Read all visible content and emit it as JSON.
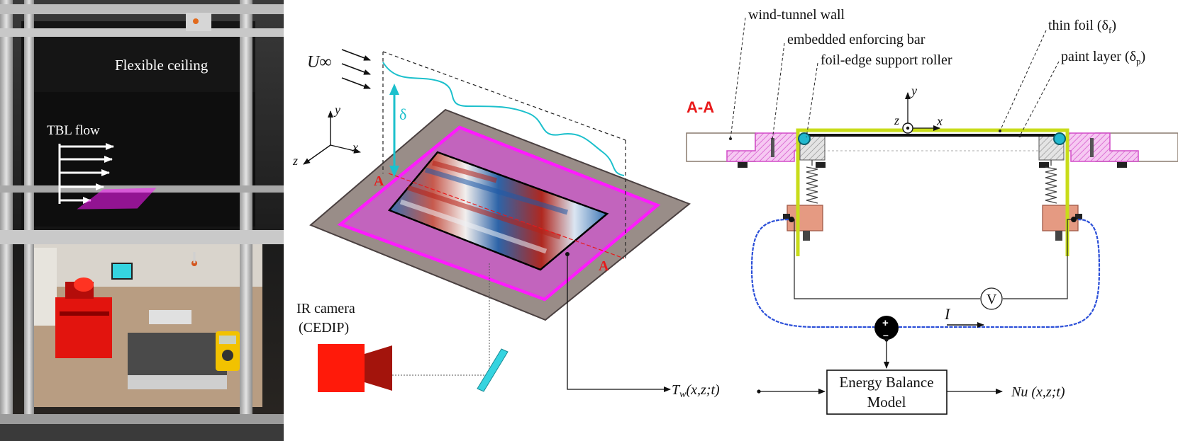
{
  "photo": {
    "ceiling_label": "Flexible ceiling",
    "tbl_label": "TBL flow"
  },
  "schematic": {
    "freestream_label": "U∞",
    "delta_label": "δ",
    "axis_x": "x",
    "axis_y": "y",
    "axis_z": "z",
    "section_marker_left": "A",
    "section_marker_right": "A",
    "ir_camera_line1": "IR camera",
    "ir_camera_line2": "(CEDIP)"
  },
  "cross_section": {
    "title": "A-A",
    "wall_label": "wind-tunnel wall",
    "bar_label": "embedded enforcing bar",
    "roller_label": "foil-edge support roller",
    "foil_label": "thin foil (δ",
    "foil_sub": "f",
    "paint_label": "paint layer (δ",
    "paint_sub": "p",
    "close_paren": ")",
    "axis_x": "x",
    "axis_y": "y",
    "axis_z": "z",
    "voltmeter": "V",
    "current_label": "I"
  },
  "flow": {
    "tw_label": "T",
    "tw_sub": "w",
    "tw_args": "(x,z;t)",
    "model_line1": "Energy Balance",
    "model_line2": "Model",
    "nu_label": "Nu (x,z;t)"
  },
  "colors": {
    "magenta": "#ff1aff",
    "plate_fill": "#c264bd",
    "frame_gray": "#998d88",
    "cyan": "#1cc0cc",
    "foil_yellow": "#c8dc1a",
    "red_label": "#e8191a",
    "wire_blue": "#2b4fd8",
    "camera_red": "#ff1a0a"
  }
}
